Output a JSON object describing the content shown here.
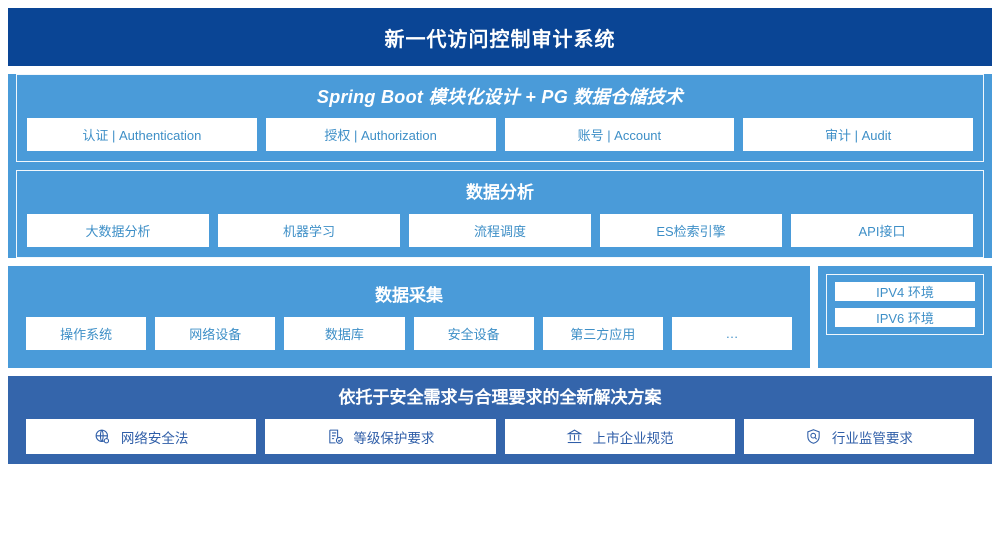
{
  "header": {
    "title": "新一代访问控制审计系统"
  },
  "colors": {
    "title_bar": "#0a4595",
    "card_blue": "#4a9bd9",
    "card_dark_blue": "#3465ab",
    "box_text_blue": "#3e8fc7",
    "box_text_dark_blue": "#2f5ea8",
    "box_fill": "#ffffff"
  },
  "sections": {
    "platform": {
      "heading": "Spring Boot 模块化设计 + PG 数据仓储技术",
      "items": [
        {
          "label": "认证 | Authentication"
        },
        {
          "label": "授权 | Authorization"
        },
        {
          "label": "账号 | Account"
        },
        {
          "label": "审计 | Audit"
        }
      ]
    },
    "analysis": {
      "heading": "数据分析",
      "items": [
        {
          "label": "大数据分析"
        },
        {
          "label": "机器学习"
        },
        {
          "label": "流程调度"
        },
        {
          "label": "ES检索引擎"
        },
        {
          "label": "API接口"
        }
      ]
    },
    "collection": {
      "heading": "数据采集",
      "items": [
        {
          "label": "操作系统"
        },
        {
          "label": "网络设备"
        },
        {
          "label": "数据库"
        },
        {
          "label": "安全设备"
        },
        {
          "label": "第三方应用"
        },
        {
          "label": "…"
        }
      ]
    },
    "environment": {
      "items": [
        {
          "label": "IPV4 环境"
        },
        {
          "label": "IPV6 环境"
        }
      ]
    },
    "compliance": {
      "heading": "依托于安全需求与合理要求的全新解决方案",
      "items": [
        {
          "label": "网络安全法",
          "icon": "globe-icon"
        },
        {
          "label": "等级保护要求",
          "icon": "document-check-icon"
        },
        {
          "label": "上市企业规范",
          "icon": "bank-icon"
        },
        {
          "label": "行业监管要求",
          "icon": "shield-search-icon"
        }
      ]
    }
  }
}
